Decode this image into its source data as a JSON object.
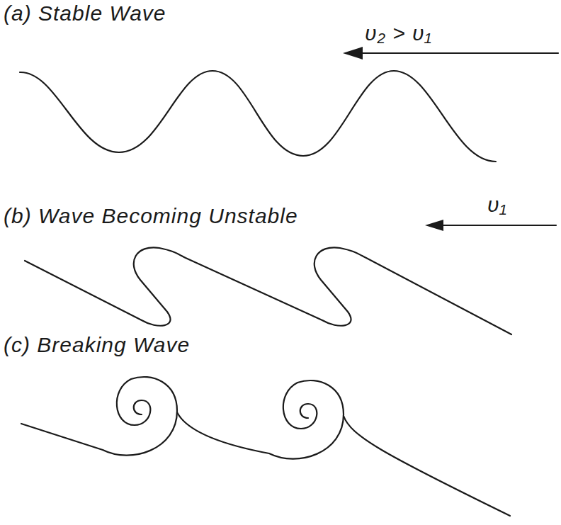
{
  "diagram": {
    "labels": [
      "(a) Stable Wave",
      "υ₂ > υ₁",
      "(b) Wave Becoming Unstable",
      "υ₁",
      "(c) Breaking Wave"
    ]
  }
}
